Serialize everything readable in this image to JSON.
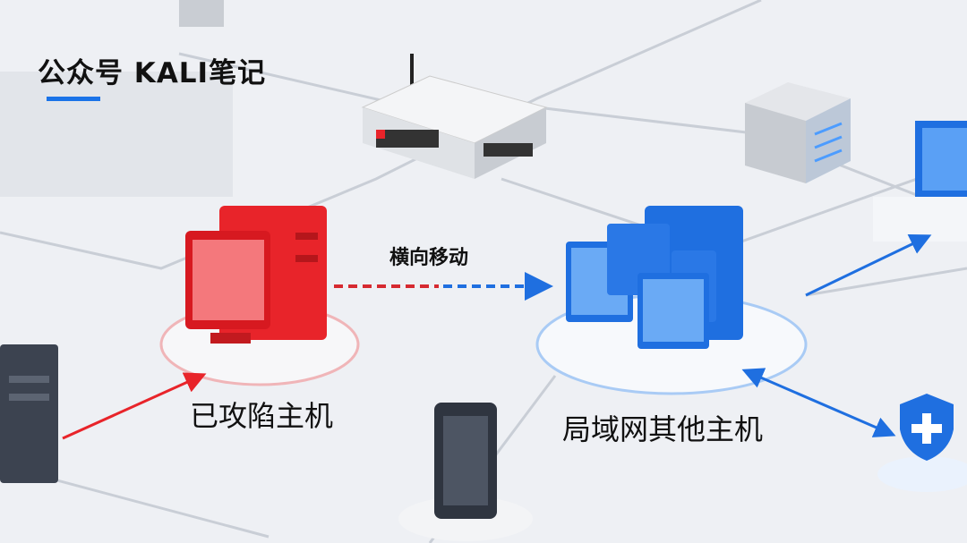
{
  "brand": {
    "title": "公众号 KALI笔记",
    "accent": "#1a73e8"
  },
  "labels": {
    "lateral_movement": "横向移动",
    "compromised_host": "已攻陷主机",
    "other_lan_hosts": "局域网其他主机"
  },
  "colors": {
    "compromised": "#e8242a",
    "lan": "#1f6fe0",
    "background": "#eef0f4"
  },
  "icons": [
    "router-icon",
    "server-icon",
    "desktop-icon",
    "shield-icon"
  ]
}
